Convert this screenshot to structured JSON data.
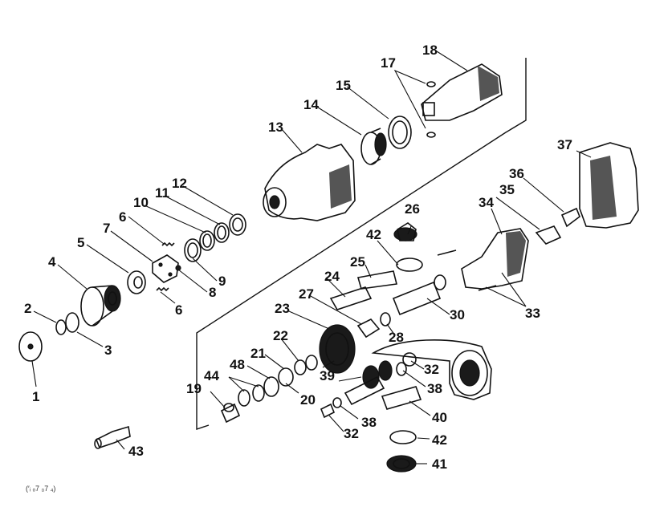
{
  "labels": {
    "p1": "1",
    "p2": "2",
    "p3": "3",
    "p4": "4",
    "p5": "5",
    "p6a": "6",
    "p6b": "6",
    "p7": "7",
    "p8": "8",
    "p9": "9",
    "p10": "10",
    "p11": "11",
    "p12": "12",
    "p13": "13",
    "p14": "14",
    "p15": "15",
    "p17": "17",
    "p18": "18",
    "p19": "19",
    "p20": "20",
    "p21": "21",
    "p22": "22",
    "p23": "23",
    "p24": "24",
    "p25": "25",
    "p26": "26",
    "p27": "27",
    "p28": "28",
    "p30": "30",
    "p32a": "32",
    "p32b": "32",
    "p33": "33",
    "p34": "34",
    "p35": "35",
    "p36": "36",
    "p37": "37",
    "p38a": "38",
    "p38b": "38",
    "p39": "39",
    "p40": "40",
    "p41": "41",
    "p42a": "42",
    "p42b": "42",
    "p43": "43",
    "p44": "44",
    "p48": "48"
  },
  "figure_code": "(′ᵢ ₒ7 ₀7 ₄)"
}
